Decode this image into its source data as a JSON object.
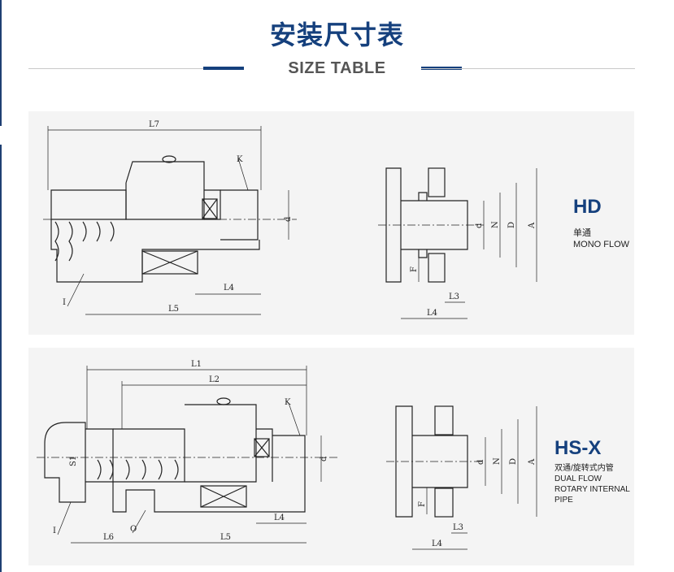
{
  "header": {
    "title": "安装尺寸表",
    "subtitle": "SIZE TABLE"
  },
  "panels": [
    {
      "model": "HD",
      "desc": [
        "单通",
        "MONO FLOW"
      ],
      "dims_left": [
        "L7",
        "K",
        "d",
        "L4",
        "L5",
        "I"
      ],
      "dims_right": [
        "d",
        "N",
        "D",
        "A",
        "F",
        "L3",
        "L4"
      ]
    },
    {
      "model": "HS-X",
      "desc": [
        "双通/旋转式内管",
        "DUAL FLOW",
        "ROTARY INTERNAL PIPE"
      ],
      "dims_left": [
        "L1",
        "L2",
        "K",
        "S1",
        "d",
        "L4",
        "L6",
        "O",
        "L5",
        "I"
      ],
      "dims_right": [
        "d",
        "N",
        "D",
        "A",
        "F",
        "L3",
        "L4"
      ]
    }
  ],
  "colors": {
    "title": "#15407d",
    "accent": "#15407d",
    "subtitle": "#555555"
  }
}
